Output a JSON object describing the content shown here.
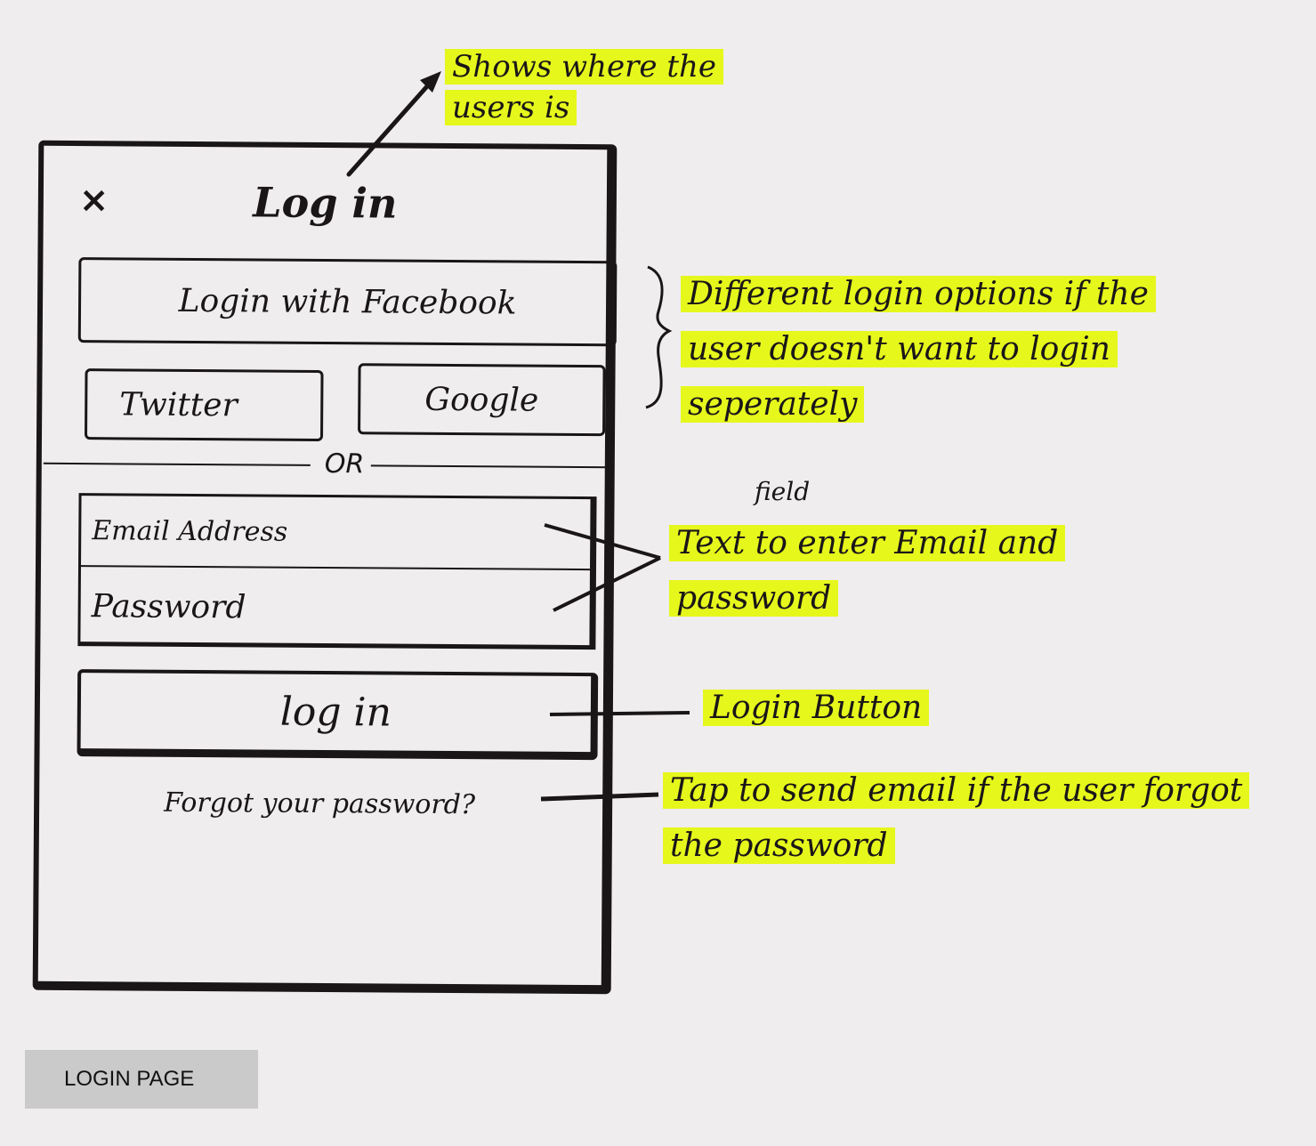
{
  "phone": {
    "close_icon": "×",
    "title": "Log in",
    "facebook_button": "Login with Facebook",
    "twitter_button": "Twitter",
    "google_button": "Google",
    "divider": "OR",
    "email_placeholder": "Email Address",
    "password_placeholder": "Password",
    "login_button": "log in",
    "forgot_link": "Forgot your password?"
  },
  "annotations": {
    "title_note": "Shows where the users is",
    "options_note": "Different login options if the user doesn't want to login seperately",
    "fields_note": "Text to enter Email and password",
    "fields_insert": "field",
    "login_note": "Login Button",
    "forgot_note": "Tap to send email if the user forgot the password"
  },
  "caption": "LOGIN PAGE",
  "colors": {
    "highlight": "#e6f71c",
    "ink": "#1a1618",
    "paper": "#efedee",
    "caption_bg": "#cbcacb"
  }
}
